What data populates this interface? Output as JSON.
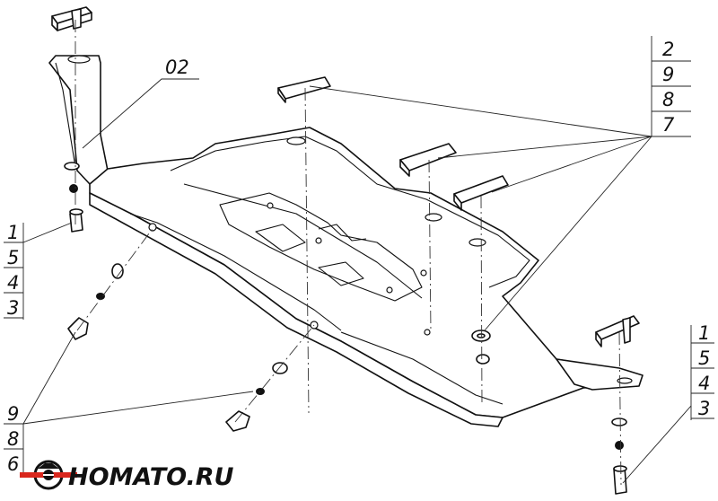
{
  "callouts": {
    "assembly_ref": "02",
    "top_right": [
      "2",
      "9",
      "8",
      "7"
    ],
    "left_upper": [
      "1",
      "5",
      "4",
      "3"
    ],
    "right_lower": [
      "1",
      "5",
      "4",
      "3"
    ],
    "left_lower": [
      "9",
      "8",
      "6"
    ]
  },
  "logo": {
    "text": "HOMATO.RU",
    "icon": "car-emblem-icon",
    "accent_color": "#d9261c"
  },
  "colors": {
    "line": "#111111",
    "background": "#ffffff"
  }
}
